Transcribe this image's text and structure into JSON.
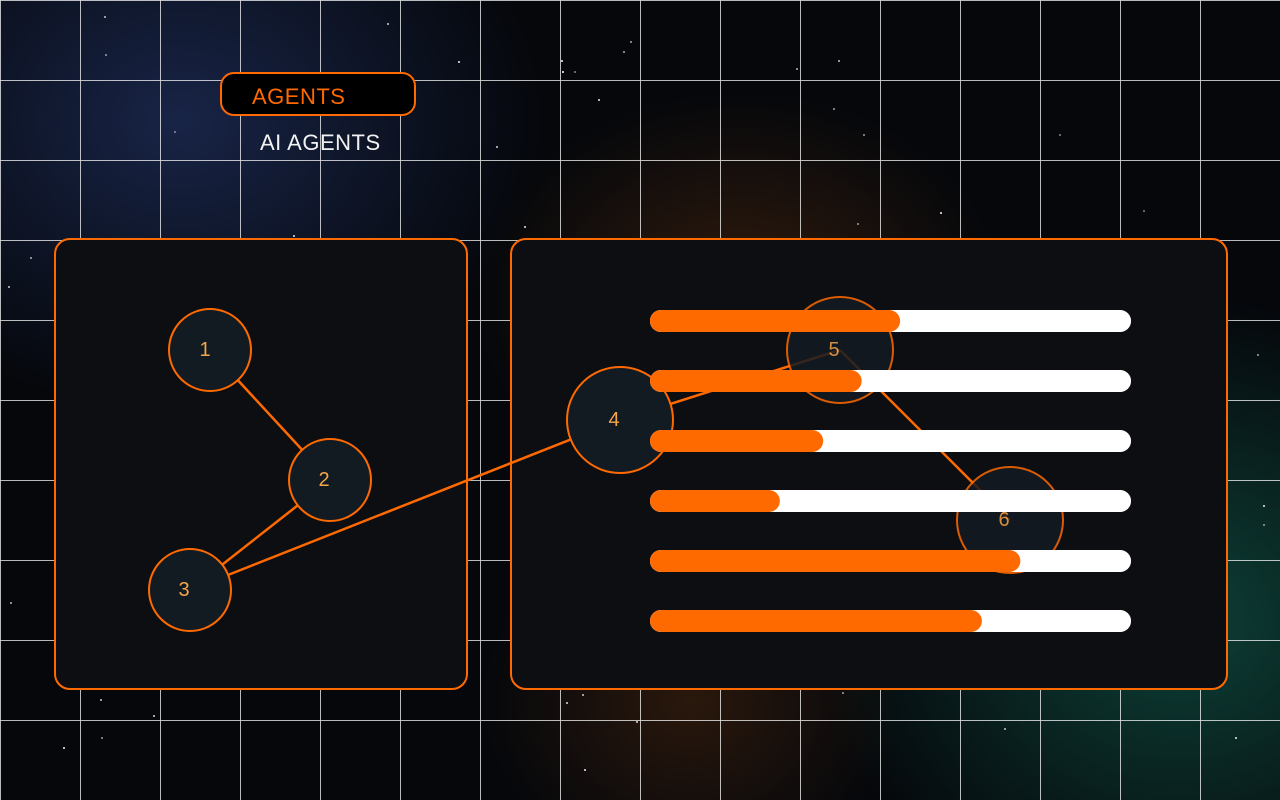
{
  "header": {
    "tag_label": "AGENTS",
    "subtitle": "AI AGENTS"
  },
  "colors": {
    "accent": "#ff6a00",
    "panel": "#0d0e12",
    "node_fill": "#121a22",
    "node_label": "#f5a54a",
    "bar_track": "#ffffff"
  },
  "graph": {
    "nodes": [
      {
        "id": "1",
        "label": "1"
      },
      {
        "id": "2",
        "label": "2"
      },
      {
        "id": "3",
        "label": "3"
      },
      {
        "id": "4",
        "label": "4"
      },
      {
        "id": "5",
        "label": "5"
      },
      {
        "id": "6",
        "label": "6"
      }
    ],
    "edges": [
      [
        "1",
        "2"
      ],
      [
        "2",
        "3"
      ],
      [
        "3",
        "4"
      ],
      [
        "4",
        "5"
      ],
      [
        "5",
        "6"
      ]
    ]
  },
  "progress_bars": [
    {
      "value": 0.52
    },
    {
      "value": 0.44
    },
    {
      "value": 0.36
    },
    {
      "value": 0.27
    },
    {
      "value": 0.77
    },
    {
      "value": 0.69
    }
  ]
}
